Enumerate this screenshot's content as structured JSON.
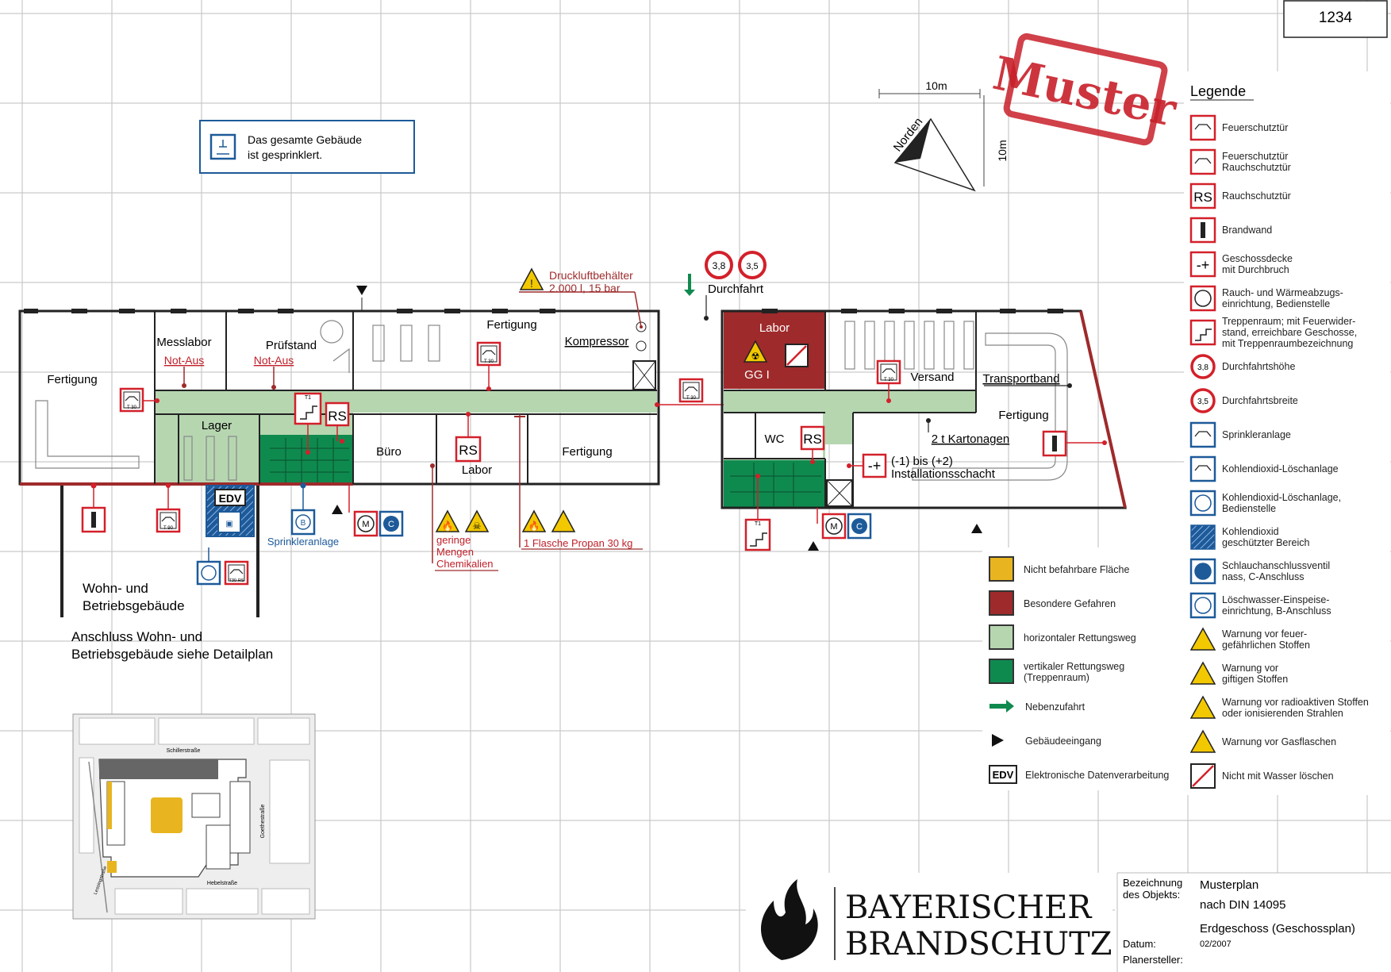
{
  "plan_number": "1234",
  "stamp": "Muster",
  "scale": {
    "horizontal": "10m",
    "vertical": "10m",
    "north": "Norden"
  },
  "sprinkler_note": {
    "line1": "Das gesamte Gebäude",
    "line2": "ist gesprinklert."
  },
  "labels": {
    "fertigung_left": "Fertigung",
    "messlabor": "Messlabor",
    "not_aus_1": "Not-Aus",
    "pruefstand": "Prüfstand",
    "not_aus_2": "Not-Aus",
    "fertigung_top": "Fertigung",
    "kompressor": "Kompressor",
    "druckluft_1": "Druckluftbehälter",
    "druckluft_2": "2.000 l, 15 bar",
    "durchfahrt": "Durchfahrt",
    "lager": "Lager",
    "buero": "Büro",
    "labor_mid": "Labor",
    "fertigung_mid": "Fertigung",
    "labor_right": "Labor",
    "gg1": "GG I",
    "versand": "Versand",
    "transportband": "Transportband",
    "fertigung_right": "Fertigung",
    "wc": "WC",
    "kartonagen": "2 t Kartonagen",
    "schacht_1": "(-1) bis (+2)",
    "schacht_2": "Installationsschacht",
    "edv": "EDV",
    "sprinkleranlage": "Sprinkleranlage",
    "chem_1": "geringe",
    "chem_2": "Mengen",
    "chem_3": "Chemikalien",
    "propan": "1 Flasche Propan 30 kg",
    "wohn_1": "Wohn- und",
    "wohn_2": "Betriebsgebäude",
    "anschluss_1": "Anschluss Wohn- und",
    "anschluss_2": "Betriebsgebäude siehe Detailplan",
    "rs": "RS",
    "t30": "T 30",
    "t90": "T 90",
    "t30rs": "T30-RS",
    "t1": "T1"
  },
  "site_map": {
    "street_top": "Schillerstraße",
    "street_right": "Goethestraße",
    "street_bottom": "Hebelstraße",
    "street_left": "Lessingstraße"
  },
  "legend": {
    "title": "Legende",
    "items": [
      {
        "icon": "fire-door-icon",
        "line1": "Feuerschutztür",
        "line2": ""
      },
      {
        "icon": "fire-smoke-door-icon",
        "line1": "Feuerschutztür",
        "line2": "Rauchschutztür"
      },
      {
        "icon": "smoke-door-icon",
        "line1": "Rauchschutztür",
        "line2": ""
      },
      {
        "icon": "fire-wall-icon",
        "line1": "Brandwand",
        "line2": ""
      },
      {
        "icon": "floor-opening-icon",
        "line1": "Geschossdecke",
        "line2": "mit Durchbruch"
      },
      {
        "icon": "smoke-vent-icon",
        "line1": "Rauch- und Wärmeabzugs-",
        "line2": "einrichtung, Bedienstelle"
      },
      {
        "icon": "stairwell-icon",
        "line1": "Treppenraum; mit Feuerwider-",
        "line2": "stand, erreichbare Geschosse,",
        "line3": "mit Treppenraumbezeichnung"
      },
      {
        "icon": "passage-height-icon",
        "line1": "Durchfahrtshöhe",
        "line2": ""
      },
      {
        "icon": "passage-width-icon",
        "line1": "Durchfahrtsbreite",
        "line2": ""
      },
      {
        "icon": "sprinkler-icon",
        "line1": "Sprinkleranlage",
        "line2": ""
      },
      {
        "icon": "co2-system-icon",
        "line1": "Kohlendioxid-Löschanlage",
        "line2": ""
      },
      {
        "icon": "co2-control-icon",
        "line1": "Kohlendioxid-Löschanlage,",
        "line2": "Bedienstelle"
      },
      {
        "icon": "co2-area-icon",
        "line1": "Kohlendioxid",
        "line2": "geschützter Bereich"
      },
      {
        "icon": "hose-valve-icon",
        "line1": "Schlauchanschlussventil",
        "line2": "nass, C-Anschluss"
      },
      {
        "icon": "feed-point-icon",
        "line1": "Löschwasser-Einspeise-",
        "line2": "einrichtung, B-Anschluss"
      },
      {
        "icon": "flammable-warning-icon",
        "line1": "Warnung vor feuer-",
        "line2": "gefährlichen Stoffen"
      },
      {
        "icon": "toxic-warning-icon",
        "line1": "Warnung vor",
        "line2": "giftigen Stoffen"
      },
      {
        "icon": "radioactive-warning-icon",
        "line1": "Warnung vor radioaktiven Stoffen",
        "line2": "oder ionisierenden Strahlen"
      },
      {
        "icon": "gas-cylinder-warning-icon",
        "line1": "Warnung vor Gasflaschen",
        "line2": ""
      },
      {
        "icon": "no-water-icon",
        "line1": "Nicht mit Wasser löschen",
        "line2": ""
      }
    ],
    "areas": [
      {
        "label": "Nicht befahrbare Fläche",
        "color": "#e8b520"
      },
      {
        "label": "Besondere Gefahren",
        "color": "#9e2a2b"
      },
      {
        "label": "horizontaler Rettungsweg",
        "color": "#b6d6b0"
      },
      {
        "label": "vertikaler Rettungsweg",
        "label2": "(Treppenraum)",
        "color": "#0f8a4f"
      }
    ],
    "other": [
      {
        "icon": "green-arrow-icon",
        "label": "Nebenzufahrt"
      },
      {
        "icon": "entrance-triangle-icon",
        "label": "Gebäudeeingang"
      },
      {
        "icon": "edv-icon",
        "label": "Elektronische Datenverarbeitung",
        "badge": "EDV"
      }
    ]
  },
  "title_block": {
    "logo_line1": "BAYERISCHER",
    "logo_line2": "BRANDSCHUTZ",
    "bez_label1": "Bezeichnung",
    "bez_label2": "des Objekts:",
    "bez_value1": "Musterplan",
    "bez_value2": "nach DIN 14095",
    "floor": "Erdgeschoss (Geschossplan)",
    "datum_label": "Datum:",
    "datum_value": "02/2007",
    "planer_label": "Planersteller:"
  },
  "colors": {
    "grid": "#c9c9c9",
    "red": "#d3202a",
    "darkred": "#9e2a2b",
    "green_light": "#b6d6b0",
    "green_dark": "#0f8a4f",
    "blue": "#1d5a9a",
    "yellow": "#f2c800"
  }
}
